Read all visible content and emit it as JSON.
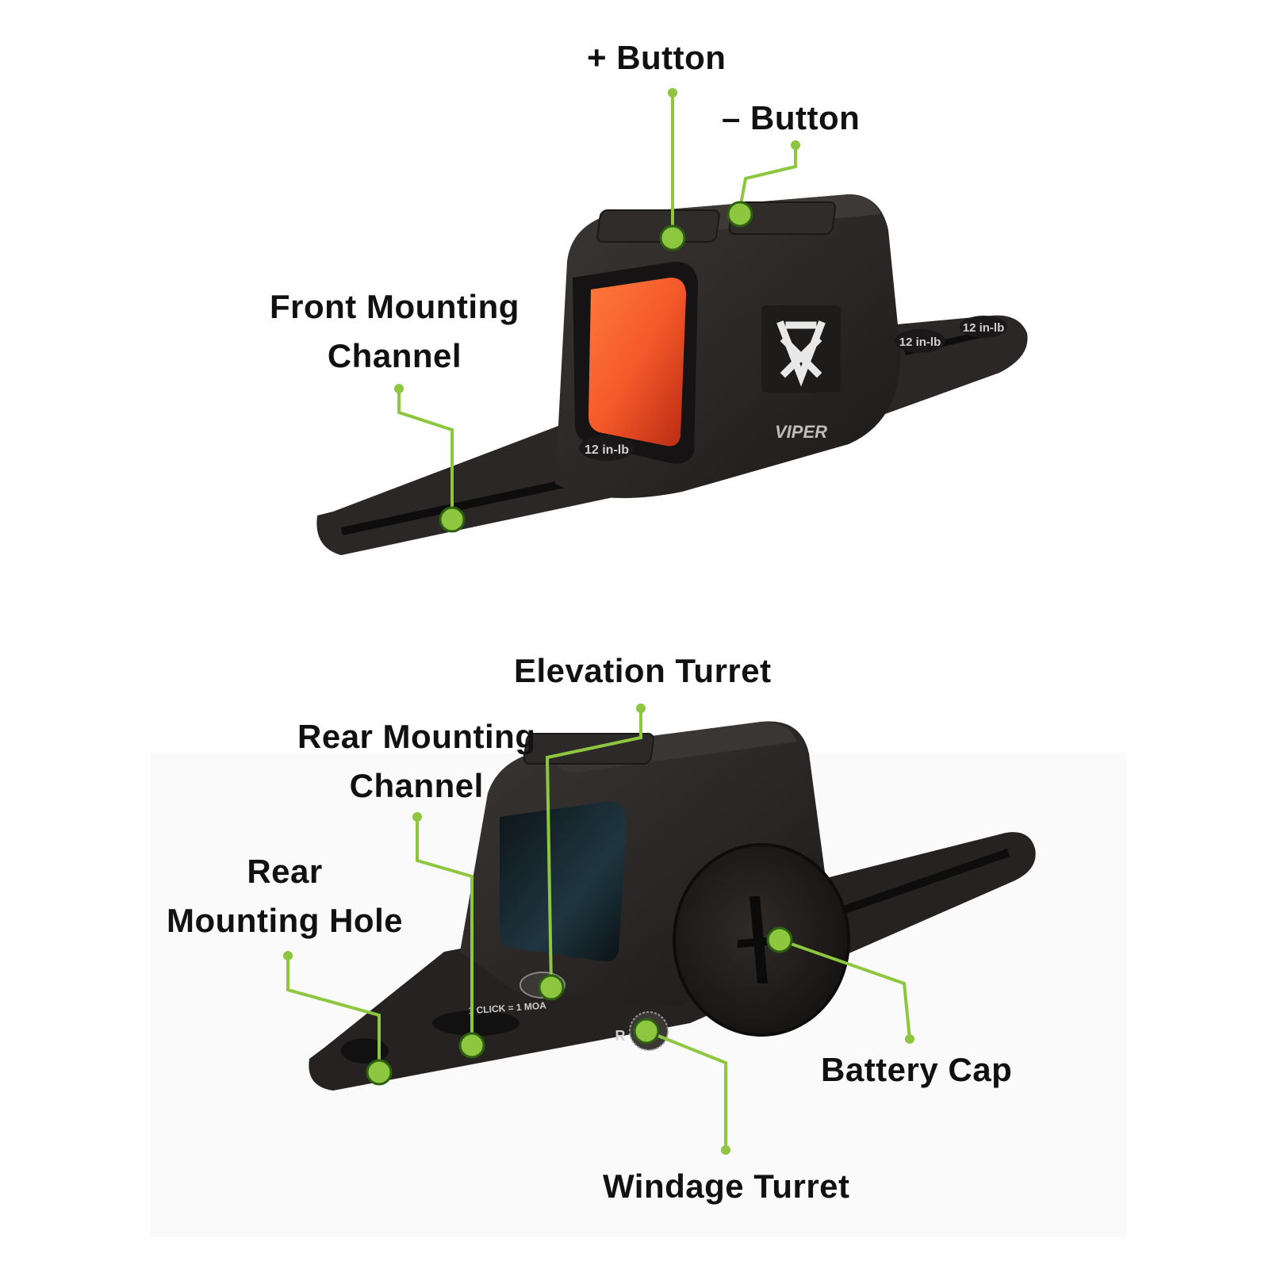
{
  "colors": {
    "callout": "#8dc63f",
    "scope_body": "#262322",
    "lens_orange": "#f4592a",
    "lens_dark": "#1a2a30",
    "text": "#111111"
  },
  "top_view": {
    "logo_icon": "vortex-logo-icon",
    "brand_text": "VIPER",
    "torque_marks": [
      "12 in-lb",
      "12 in-lb",
      "12 in-lb"
    ]
  },
  "bottom_view": {
    "click_text": "1 CLICK = 1 MOA",
    "windage_mark": "R"
  },
  "labels": {
    "plus_button": "+ Button",
    "minus_button": "– Button",
    "front_mounting_channel": [
      "Front Mounting",
      "Channel"
    ],
    "elevation_turret": "Elevation Turret",
    "rear_mounting_channel": [
      "Rear Mounting",
      "Channel"
    ],
    "rear_mounting_hole": [
      "Rear",
      "Mounting Hole"
    ],
    "battery_cap": "Battery Cap",
    "windage_turret": "Windage Turret"
  }
}
